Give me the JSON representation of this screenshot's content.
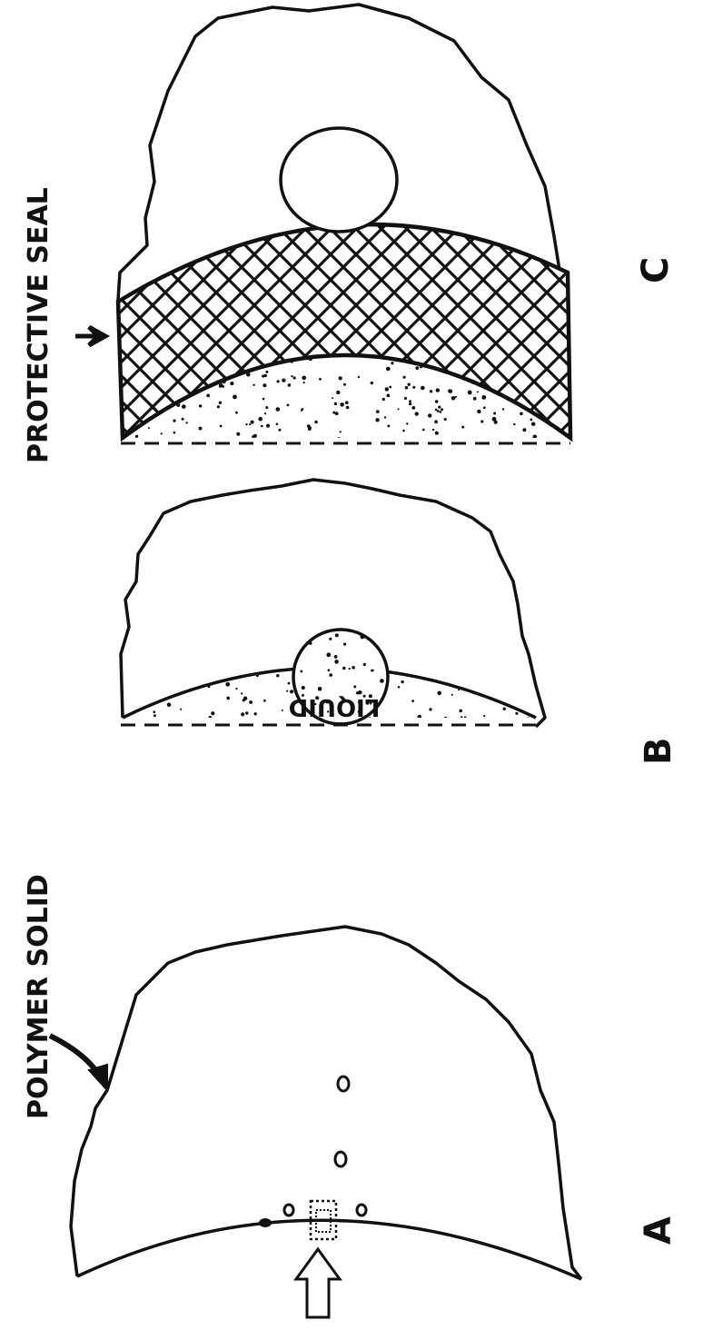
{
  "labels": {
    "protective_seal": "PROTECTIVE SEAL",
    "polymer_solid": "POLYMER SOLID",
    "liquid": "LIQUID"
  },
  "panels": [
    {
      "id": "A",
      "label": "A"
    },
    {
      "id": "B",
      "label": "B"
    },
    {
      "id": "C",
      "label": "C"
    }
  ],
  "colors": {
    "ink": "#111111",
    "background": "#ffffff"
  }
}
